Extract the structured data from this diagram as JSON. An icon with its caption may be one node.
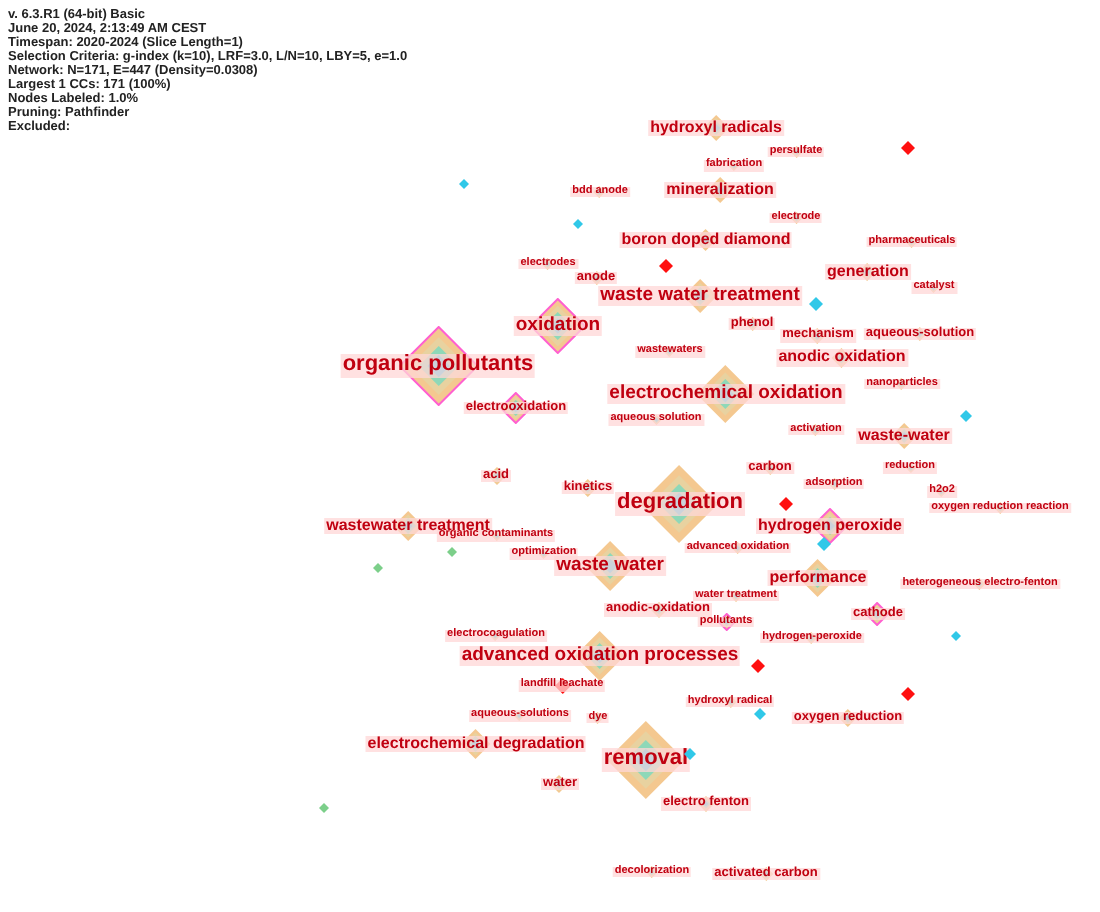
{
  "diagram": {
    "nodes": [
      {
        "text": [
          "hydroxyl radicals"
        ]
      },
      {
        "text": [
          "persulfate"
        ]
      },
      {
        "text": [
          "fabrication"
        ]
      },
      {
        "text": [
          "bdd anode"
        ]
      },
      {
        "text": [
          "mineralization"
        ]
      },
      {
        "text": [
          "electrode"
        ]
      },
      {
        "text": [
          "boron doped diamond"
        ]
      },
      {
        "text": [
          "pharmaceuticals"
        ]
      },
      {
        "text": [
          "electrodes"
        ]
      },
      {
        "text": [
          "anode"
        ]
      },
      {
        "text": [
          "generation"
        ]
      },
      {
        "text": [
          "catalyst"
        ]
      },
      {
        "text": [
          "waste water treatment"
        ]
      },
      {
        "text": [
          "oxidation"
        ]
      },
      {
        "text": [
          "phenol"
        ]
      },
      {
        "text": [
          "mechanism"
        ]
      },
      {
        "text": [
          "aqueous-solution"
        ]
      },
      {
        "text": [
          "organic pollutants"
        ]
      },
      {
        "text": [
          "wastewaters"
        ]
      },
      {
        "text": [
          "anodic oxidation"
        ]
      },
      {
        "text": [
          "electrochemical oxidation"
        ]
      },
      {
        "text": [
          "nanoparticles"
        ]
      },
      {
        "text": [
          "electrooxidation"
        ]
      },
      {
        "text": [
          "aqueous solution"
        ]
      },
      {
        "text": [
          "activation"
        ]
      },
      {
        "text": [
          "waste-water"
        ]
      },
      {
        "text": [
          "carbon"
        ]
      },
      {
        "text": [
          "reduction"
        ]
      },
      {
        "text": [
          "acid"
        ]
      },
      {
        "text": [
          "adsorption"
        ]
      },
      {
        "text": [
          "kinetics"
        ]
      },
      {
        "text": [
          "h2o2"
        ]
      },
      {
        "text": [
          "degradation"
        ]
      },
      {
        "text": [
          "oxygen reduction reaction"
        ]
      },
      {
        "text": [
          "wastewater treatment"
        ]
      },
      {
        "text": [
          "hydrogen peroxide"
        ]
      },
      {
        "text": [
          "organic contaminants"
        ]
      },
      {
        "text": [
          "advanced oxidation"
        ]
      },
      {
        "text": [
          "optimization"
        ]
      },
      {
        "text": [
          "waste water"
        ]
      },
      {
        "text": [
          "performance"
        ]
      },
      {
        "text": [
          "heterogeneous electro-fenton"
        ]
      },
      {
        "text": [
          "water treatment"
        ]
      },
      {
        "text": [
          "anodic-oxidation"
        ]
      },
      {
        "text": [
          "cathode"
        ]
      },
      {
        "text": [
          "pollutants"
        ]
      },
      {
        "text": [
          "hydrogen-peroxide"
        ]
      },
      {
        "text": [
          "electrocoagulation"
        ]
      },
      {
        "text": [
          "advanced oxidation processes"
        ]
      },
      {
        "text": [
          "landfill leachate"
        ]
      },
      {
        "text": [
          "hydroxyl radical"
        ]
      },
      {
        "text": [
          "aqueous-solutions"
        ]
      },
      {
        "text": [
          "dye"
        ]
      },
      {
        "text": [
          "oxygen reduction"
        ]
      },
      {
        "text": [
          "electrochemical degradation"
        ]
      },
      {
        "text": [
          "removal"
        ]
      },
      {
        "text": [
          "water"
        ]
      },
      {
        "text": [
          "electro fenton"
        ]
      },
      {
        "text": [
          "decolorization"
        ]
      },
      {
        "text": [
          "activated carbon"
        ]
      },
      {
        "text": [],
        "shape": "diamond"
      },
      {
        "text": [],
        "shape": "diamond"
      },
      {
        "text": [],
        "shape": "diamond"
      },
      {
        "text": [],
        "shape": "diamond"
      },
      {
        "text": [],
        "shape": "diamond"
      },
      {
        "text": [],
        "shape": "diamond"
      },
      {
        "text": [],
        "shape": "diamond"
      },
      {
        "text": [],
        "shape": "diamond"
      },
      {
        "text": [],
        "shape": "diamond"
      },
      {
        "text": [],
        "shape": "diamond"
      },
      {
        "text": [],
        "shape": "diamond"
      },
      {
        "text": [],
        "shape": "diamond"
      },
      {
        "text": [],
        "shape": "diamond"
      },
      {
        "text": [],
        "shape": "diamond"
      },
      {
        "text": [],
        "shape": "diamond"
      },
      {
        "text": [],
        "shape": "diamond"
      }
    ],
    "labels": [
      "v. 6.3.R1 (64-bit) Basic",
      "June 20, 2024, 2:13:49 AM CEST",
      "Timespan: 2020-2024 (Slice Length=1)",
      "Selection Criteria: g-index (k=10), LRF=3.0, L/N=10, LBY=5, e=1.0",
      "Network: N=171, E=447 (Density=0.0308)",
      "Largest 1 CCs: 171 (100%)",
      "Nodes Labeled: 1.0%",
      "Pruning: Pathfinder",
      "Excluded:"
    ]
  }
}
